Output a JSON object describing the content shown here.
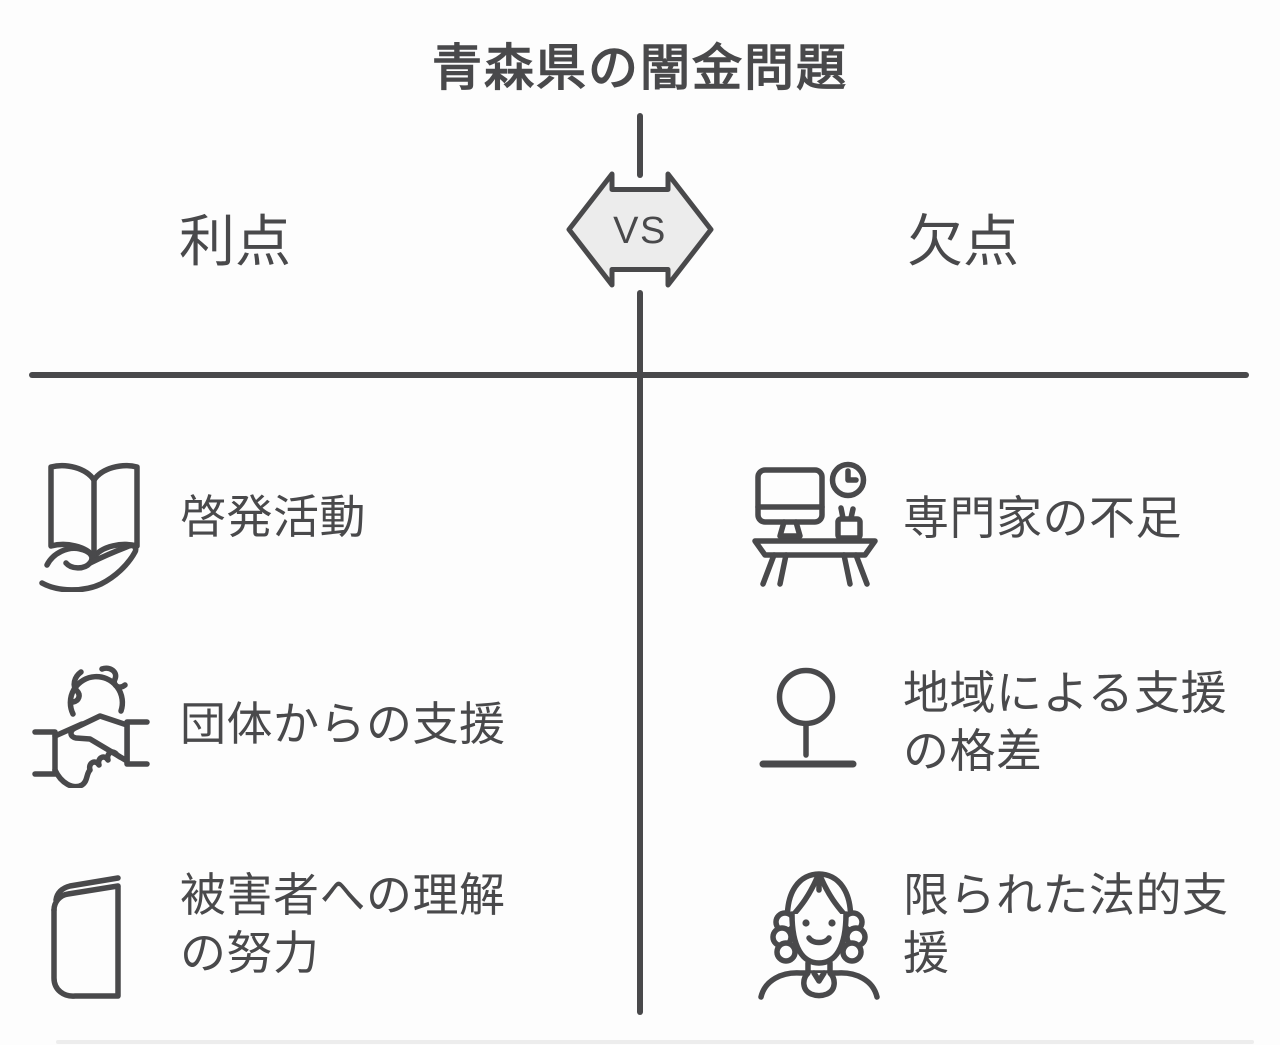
{
  "theme": {
    "background": "#fdfdfd",
    "ink": "#49494b",
    "vs_fill": "#ececec",
    "faint_line": "#ededed"
  },
  "page": {
    "title": "青森県の闇金問題"
  },
  "comparison": {
    "vs_label": "VS",
    "left": {
      "heading": "利点",
      "items": [
        {
          "icon": "book-in-hand-icon",
          "label": "啓発活動"
        },
        {
          "icon": "handshake-globe-icon",
          "label": "団体からの支援"
        },
        {
          "icon": "closed-book-icon",
          "label": "被害者への理解の努力"
        }
      ]
    },
    "right": {
      "heading": "欠点",
      "items": [
        {
          "icon": "desk-computer-clock-icon",
          "label": "専門家の不足"
        },
        {
          "icon": "map-pin-icon",
          "label": "地域による支援の格差"
        },
        {
          "icon": "judge-figure-icon",
          "label": "限られた法的支援"
        }
      ]
    }
  }
}
